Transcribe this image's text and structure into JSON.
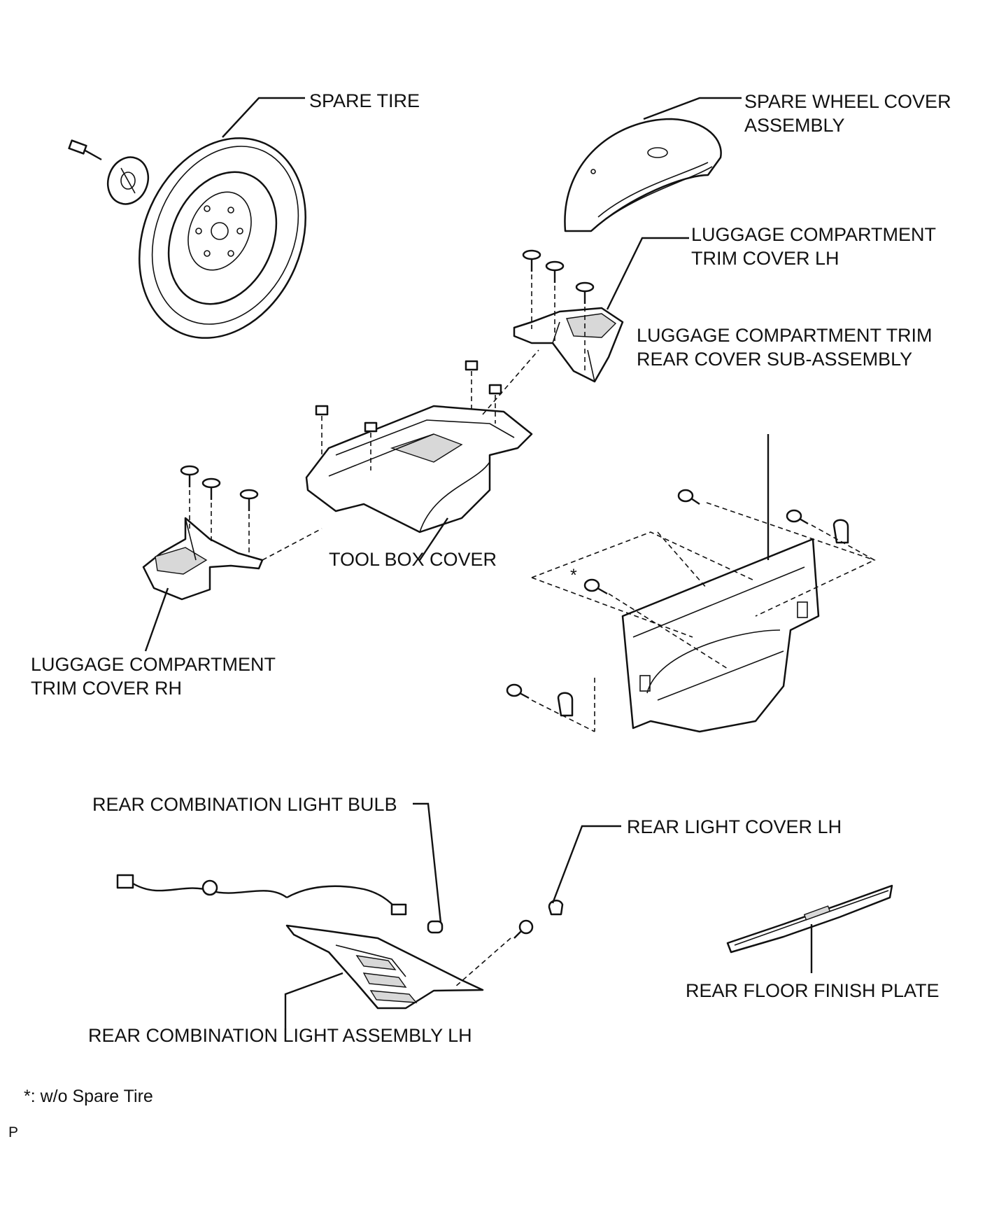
{
  "labels": {
    "spare_tire": "SPARE TIRE",
    "spare_wheel_cover_1": "SPARE WHEEL COVER",
    "spare_wheel_cover_2": "ASSEMBLY",
    "trim_cover_lh_1": "LUGGAGE COMPARTMENT",
    "trim_cover_lh_2": "TRIM COVER LH",
    "trim_rear_cover_1": "LUGGAGE COMPARTMENT TRIM",
    "trim_rear_cover_2": "REAR COVER SUB-ASSEMBLY",
    "tool_box_cover": "TOOL BOX COVER",
    "trim_cover_rh_1": "LUGGAGE COMPARTMENT",
    "trim_cover_rh_2": "TRIM COVER RH",
    "rear_combination_light_bulb": "REAR COMBINATION LIGHT BULB",
    "rear_light_cover_lh": "REAR LIGHT COVER LH",
    "rear_floor_finish_plate": "REAR FLOOR FINISH PLATE",
    "rear_combination_light_assembly_lh": "REAR COMBINATION LIGHT ASSEMBLY LH",
    "asterisk_marker": "*"
  },
  "footnote": "*: w/o Spare Tire",
  "page_code": "P"
}
